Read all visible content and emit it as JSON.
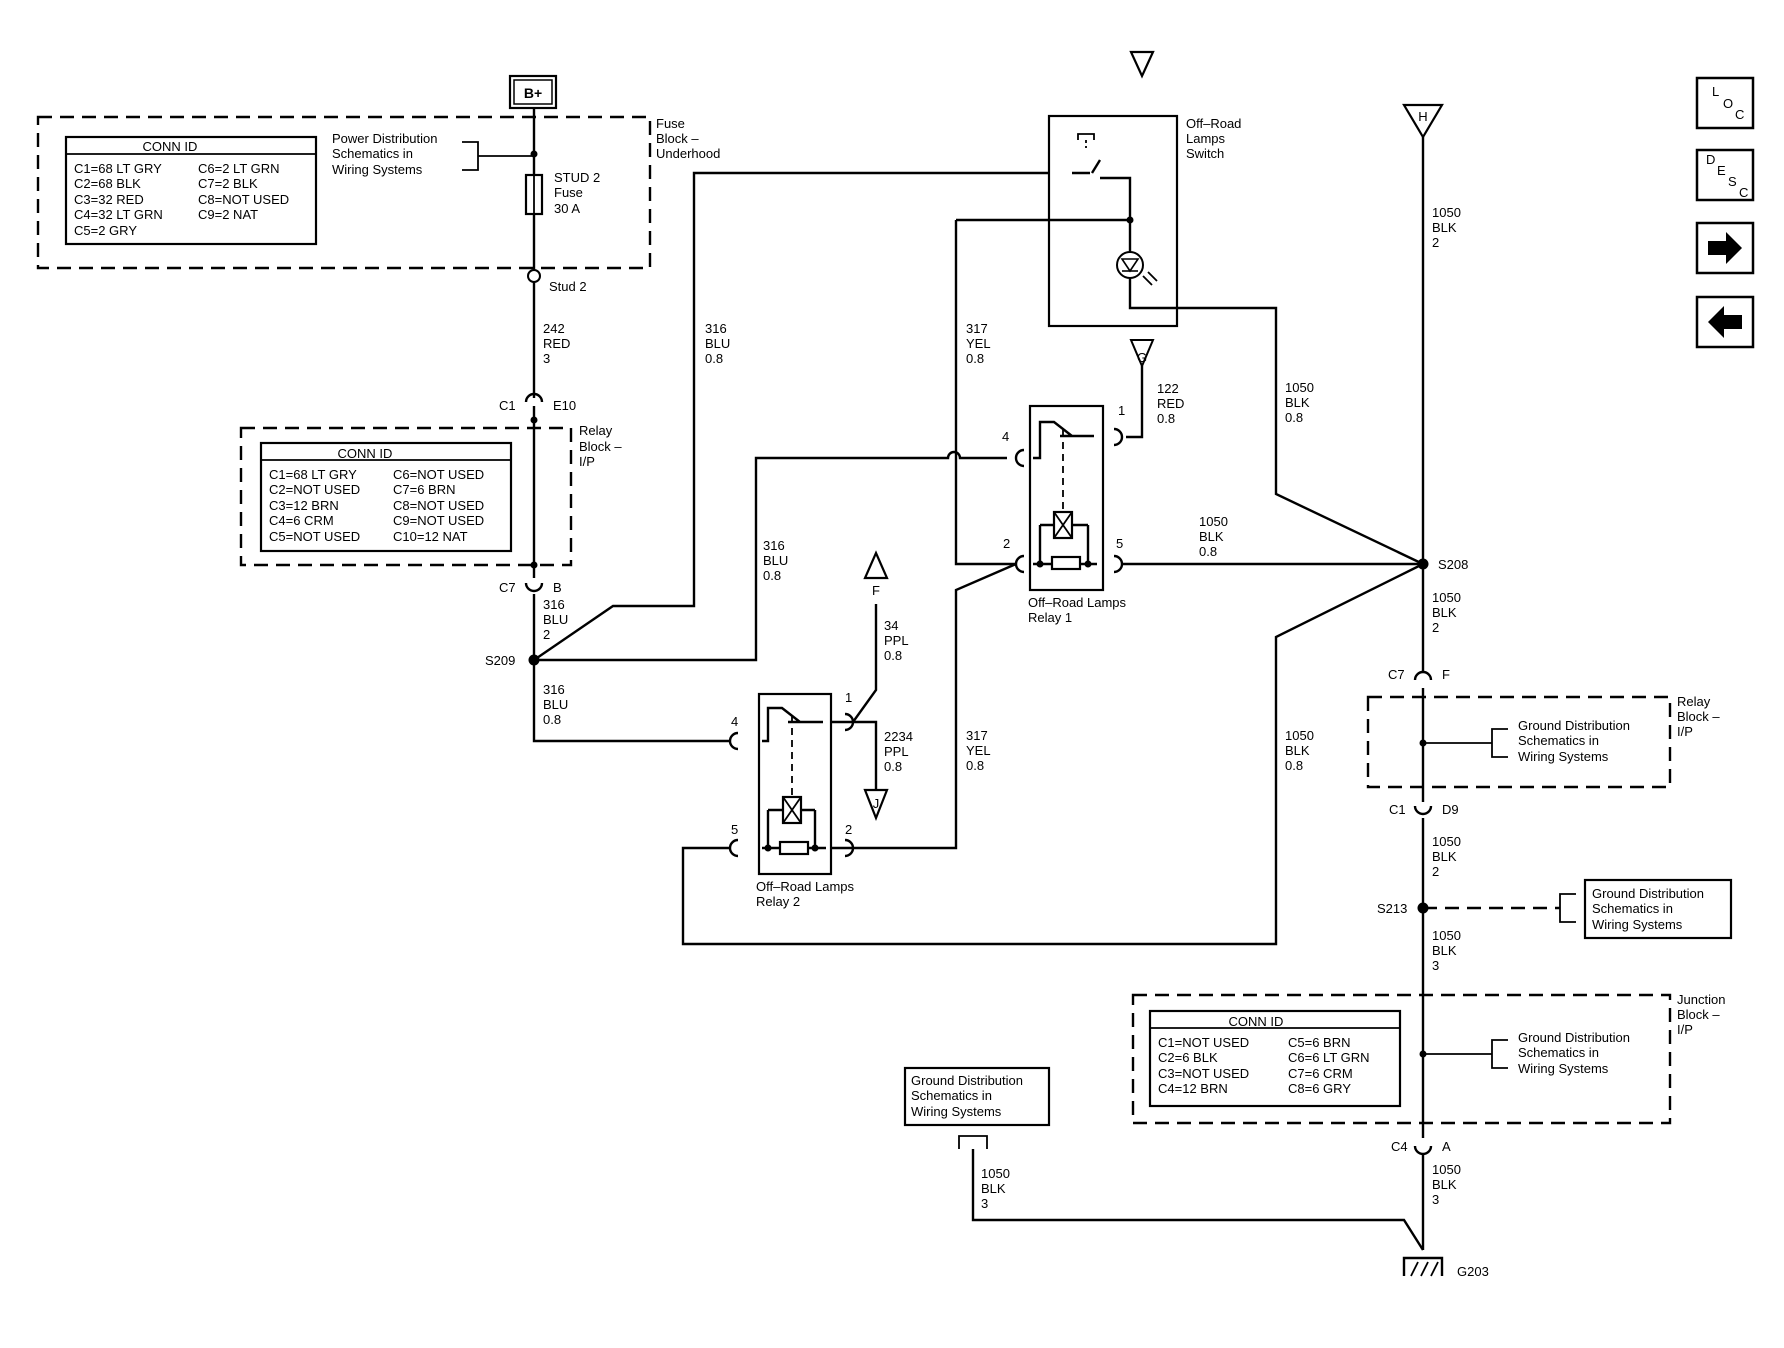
{
  "battery": "B+",
  "fuse_block": {
    "title": [
      "Fuse",
      "Block –",
      "Underhood"
    ],
    "conn_title": "CONN ID",
    "conn_left": [
      "C1=68 LT GRY",
      "C2=68 BLK",
      "C3=32 RED",
      "C4=32 LT GRN",
      "C5=2 GRY"
    ],
    "conn_right": [
      "C6=2 LT GRN",
      "C7=2 BLK",
      "C8=NOT USED",
      "C9=2 NAT"
    ],
    "power_ref": [
      "Power Distribution",
      "Schematics in",
      "Wiring  Systems"
    ],
    "fuse": [
      "STUD 2",
      "Fuse",
      "30 A"
    ],
    "stud": "Stud 2"
  },
  "relay_block_top": {
    "title": [
      "Relay",
      "Block –",
      "I/P"
    ],
    "conn_title": "CONN ID",
    "conn_left": [
      "C1=68 LT GRY",
      "C2=NOT USED",
      "C3=12 BRN",
      "C4=6 CRM",
      "C5=NOT USED"
    ],
    "conn_right": [
      "C6=NOT USED",
      "C7=6 BRN",
      "C8=NOT USED",
      "C9=NOT USED",
      "C10=12 NAT"
    ],
    "c1": "C1",
    "e10": "E10",
    "c7": "C7",
    "b": "B"
  },
  "wires": {
    "w242": [
      "242",
      "RED",
      "3"
    ],
    "w316a": [
      "316",
      "BLU",
      "2"
    ],
    "w316b": [
      "316",
      "BLU",
      "0.8"
    ],
    "w316c": [
      "316",
      "BLU",
      "0.8"
    ],
    "w316d": [
      "316",
      "BLU",
      "0.8"
    ],
    "w317a": [
      "317",
      "YEL",
      "0.8"
    ],
    "w317b": [
      "317",
      "YEL",
      "0.8"
    ],
    "w122": [
      "122",
      "RED",
      "0.8"
    ],
    "w34": [
      "34",
      "PPL",
      "0.8"
    ],
    "w2234": [
      "2234",
      "PPL",
      "0.8"
    ],
    "w1050a": [
      "1050",
      "BLK",
      "0.8"
    ],
    "w1050b": [
      "1050",
      "BLK",
      "0.8"
    ],
    "w1050c": [
      "1050",
      "BLK",
      "0.8"
    ],
    "w1050h": [
      "1050",
      "BLK",
      "2"
    ],
    "w1050d": [
      "1050",
      "BLK",
      "2"
    ],
    "w1050e": [
      "1050",
      "BLK",
      "2"
    ],
    "w1050f": [
      "1050",
      "BLK",
      "3"
    ],
    "w1050g": [
      "1050",
      "BLK",
      "3"
    ],
    "w1050i": [
      "1050",
      "BLK",
      "3"
    ]
  },
  "splices": {
    "s209": "S209",
    "s208": "S208",
    "s213": "S213"
  },
  "switch": {
    "title": [
      "Off–Road",
      "Lamps",
      "Switch"
    ]
  },
  "relay1": {
    "title": [
      "Off–Road Lamps",
      "Relay 1"
    ],
    "p1": "1",
    "p2": "2",
    "p4": "4",
    "p5": "5"
  },
  "relay2": {
    "title": [
      "Off–Road Lamps",
      "Relay 2"
    ],
    "p1": "1",
    "p2": "2",
    "p4": "4",
    "p5": "5"
  },
  "offpage": {
    "g": "G",
    "f": "F",
    "j": "J",
    "h": "H"
  },
  "relay_block_right": {
    "title": [
      "Relay",
      "Block –",
      "I/P"
    ],
    "ground_ref": [
      "Ground Distribution",
      "Schematics in",
      "Wiring Systems"
    ],
    "c7": "C7",
    "f": "F",
    "c1": "C1",
    "d9": "D9"
  },
  "s213_ref": [
    "Ground Distribution",
    "Schematics in",
    "Wiring Systems"
  ],
  "junction_block": {
    "title": [
      "Junction",
      "Block –",
      "I/P"
    ],
    "conn_title": "CONN ID",
    "conn_left": [
      "C1=NOT USED",
      "C2=6 BLK",
      "C3=NOT USED",
      "C4=12 BRN"
    ],
    "conn_right": [
      "C5=6 BRN",
      "C6=6 LT GRN",
      "C7=6 CRM",
      "C8=6 GRY"
    ],
    "ground_ref": [
      "Ground Distribution",
      "Schematics in",
      "Wiring Systems"
    ],
    "c4": "C4",
    "a": "A"
  },
  "bottom_ref": [
    "Ground Distribution",
    "Schematics in",
    "Wiring Systems"
  ],
  "ground": "G203",
  "nav": {
    "loc": [
      "L",
      "O",
      "C"
    ],
    "desc": [
      "D",
      "E",
      "S",
      "C"
    ],
    "next_icon": "arrow-right-icon",
    "prev_icon": "arrow-left-icon"
  }
}
